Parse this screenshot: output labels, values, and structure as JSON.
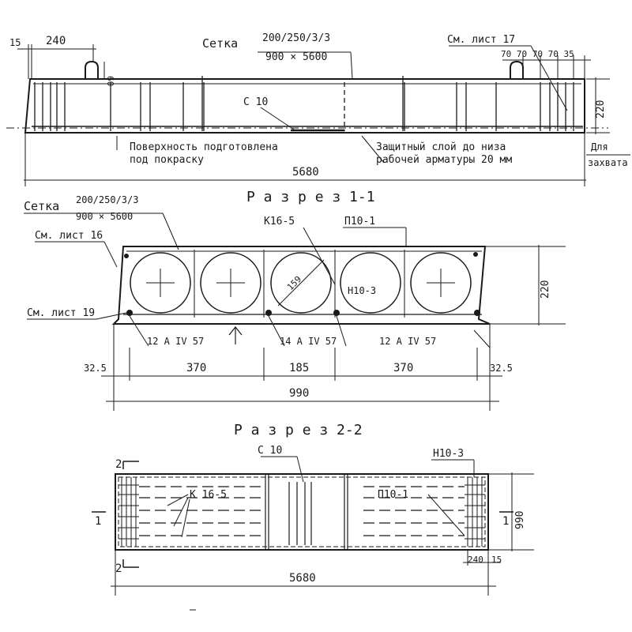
{
  "elevation": {
    "mesh_label": "Сетка",
    "mesh_spec_top": "200/250/3/3",
    "mesh_spec_bottom": "900 × 5600",
    "see_sheet_17": "См. лист 17",
    "dim_15": "15",
    "dim_240": "240",
    "dim_60": "60",
    "dims_right": "70 70 70 70 35",
    "dim_220": "220",
    "frame_c10": "С 10",
    "note_surface_1": "Поверхность подготовлена",
    "note_surface_2": "под покраску",
    "note_cover_1": "Защитный слой до низа",
    "note_cover_2": "рабочей арматуры 20 мм",
    "note_grip_1": "Для",
    "note_grip_2": "захвата",
    "length": "5680"
  },
  "section_1_1": {
    "title": "Р а з р е з  1-1",
    "mesh_label": "Сетка",
    "mesh_spec_top": "200/250/3/3",
    "mesh_spec_bottom": "900 × 5600",
    "see_sheet_16": "См. лист 16",
    "see_sheet_19": "См. лист 19",
    "frame_k16": "К16-5",
    "loop_p10": "П10-1",
    "bar_h10": "Н10-3",
    "void_diameter": "159",
    "rebar_left": "12 А IV 57",
    "rebar_mid": "14 А IV 57",
    "rebar_right": "12 А IV 57",
    "dim_edge_left": "32.5",
    "dim_370_a": "370",
    "dim_185": "185",
    "dim_370_b": "370",
    "dim_edge_right": "32.5",
    "height": "220",
    "width": "990"
  },
  "section_2_2": {
    "title": "Р а з р е з  2-2",
    "frame_c10": "С 10",
    "bar_h10": "Н10-3",
    "frame_k16": "К 16-5",
    "loop_p10": "П10-1",
    "cut_mark": "2",
    "cut_mark_1": "1",
    "width": "990",
    "dim_240": "240",
    "dim_15": "15",
    "length": "5680"
  },
  "colors": {
    "ink": "#1a1a1a",
    "paper": "#ffffff"
  }
}
